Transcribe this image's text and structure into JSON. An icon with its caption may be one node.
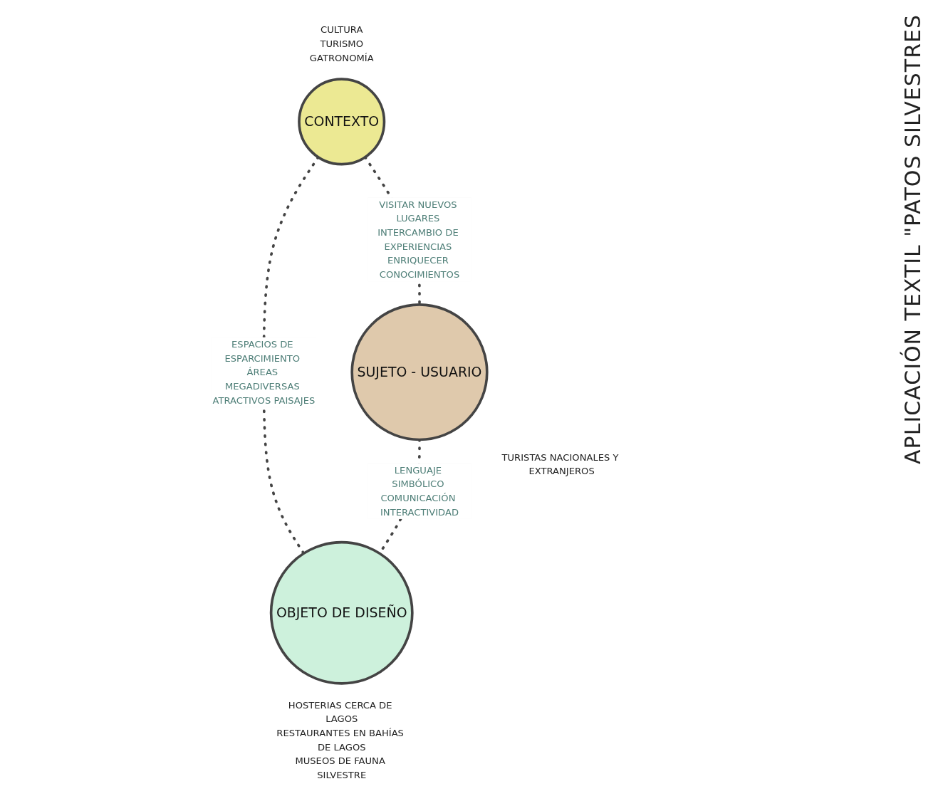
{
  "diagram": {
    "title": "APLICACIÓN TEXTIL \"PATOS SILVESTRES",
    "nodes": [
      {
        "text": [
          "CONTEXTO"
        ],
        "beside": [
          "CULTURA",
          "TURISMO",
          "GATRONOMÍA"
        ]
      },
      {
        "text": [
          "SUJETO - USUARIO"
        ],
        "beside": [
          "TURISTAS NACIONALES Y EXTRANJEROS"
        ]
      },
      {
        "text": [
          "OBJETO DE DISEÑO"
        ],
        "beside": [
          "HOSTERIAS CERCA DE LAGOS",
          "RESTAURANTES EN BAHÍAS DE LAGOS",
          "MUSEOS DE FAUNA SILVESTRE"
        ]
      }
    ],
    "edges": [
      {
        "from": 0,
        "to": 1,
        "arrow": "none",
        "style": "dashed",
        "label": "VISITAR NUEVOS LUGARES INTERCAMBIO DE EXPERIENCIAS ENRIQUECER CONOCIMIENTOS"
      },
      {
        "from": 0,
        "to": 2,
        "arrow": "none",
        "style": "dashed",
        "label": "ESPACIOS DE ESPARCIMIENTO ÁREAS MEGADIVERSAS ATRACTIVOS PAISAJES"
      },
      {
        "from": 1,
        "to": 2,
        "arrow": "none",
        "style": "dashed",
        "label": "LENGUAJE SIMBÓLICO COMUNICACIÓN INTERACTIVIDAD"
      }
    ]
  }
}
